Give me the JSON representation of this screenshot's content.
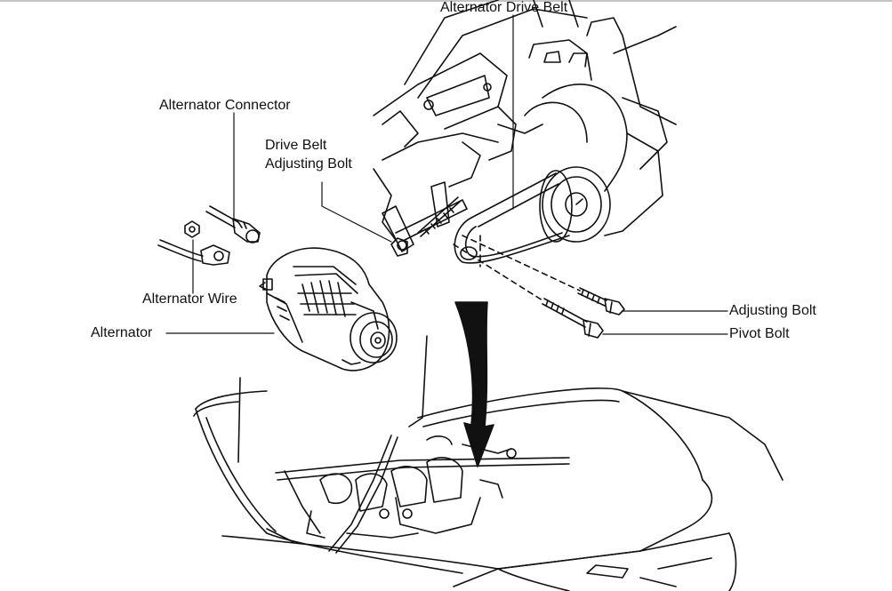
{
  "labels": {
    "alternator_drive_belt": "Alternator Drive Belt",
    "alternator_connector": "Alternator Connector",
    "drive_belt_line1": "Drive Belt",
    "drive_belt_line2": "Adjusting Bolt",
    "alternator_wire": "Alternator Wire",
    "alternator": "Alternator",
    "adjusting_bolt": "Adjusting Bolt",
    "pivot_bolt": "Pivot Bolt"
  },
  "colors": {
    "ink": "#111111",
    "background": "#ffffff"
  }
}
